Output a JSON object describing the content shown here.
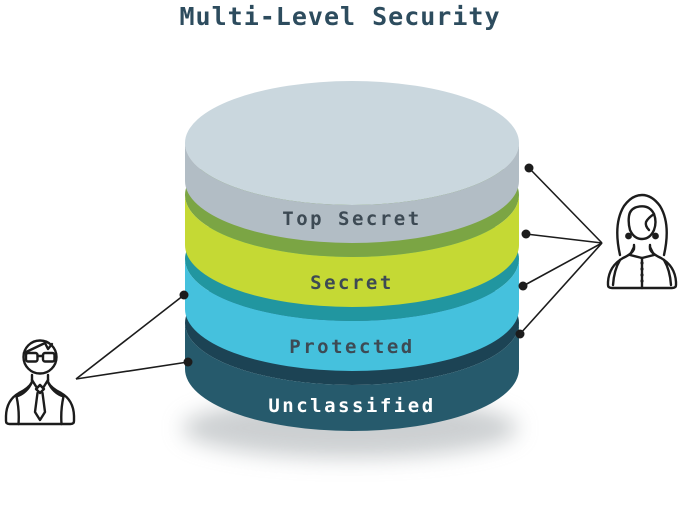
{
  "title": "Multi-Level Security",
  "diagram": {
    "type": "stacked-cylinder-security-levels",
    "title_color": "#2d4c5e",
    "background": "#ffffff",
    "connector_color": "#1c1c1c",
    "shadow_color": "#9aa0a4",
    "layers": [
      {
        "label": "Top Secret",
        "top_color": "#cad7de",
        "side_color": "#b2bdc5",
        "label_color": "#3d4a54"
      },
      {
        "label": "Secret",
        "top_color": "#7ba544",
        "side_color": "#c5d934",
        "label_color": "#3d4a54"
      },
      {
        "label": "Protected",
        "top_color": "#2196a0",
        "side_color": "#45c1dd",
        "label_color": "#3d4a54"
      },
      {
        "label": "Unclassified",
        "top_color": "#1c4354",
        "side_color": "#265a6c",
        "label_color": "#ffffff"
      }
    ],
    "actors": [
      {
        "id": "male-user",
        "position": "left",
        "access": [
          "Protected",
          "Unclassified"
        ]
      },
      {
        "id": "female-user",
        "position": "right",
        "access": [
          "Top Secret",
          "Secret",
          "Protected",
          "Unclassified"
        ]
      }
    ]
  }
}
